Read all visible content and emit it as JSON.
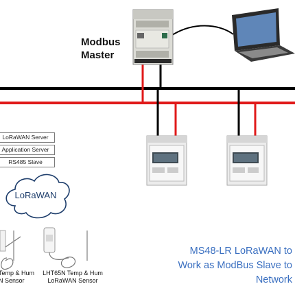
{
  "master": {
    "label_line1": "Modbus",
    "label_line2": "Master"
  },
  "stack": {
    "items": [
      "LoRaWAN Server",
      "Application Server",
      "RS485 Slave"
    ]
  },
  "cloud": {
    "label": "LoRaWAN"
  },
  "sensors": [
    {
      "line1": "Temp & Hum",
      "line2": "N Sensor"
    },
    {
      "line1": "LHT65N Temp & Hum",
      "line2": "LoRaWAN Sensor"
    }
  ],
  "caption": {
    "line1": "MS48-LR LoRaWAN to",
    "line2": "Work as ModBus Slave to",
    "line3": "Network"
  },
  "colors": {
    "bus": "#000000",
    "red_wire": "#e01919",
    "caption": "#3a6fc0"
  }
}
